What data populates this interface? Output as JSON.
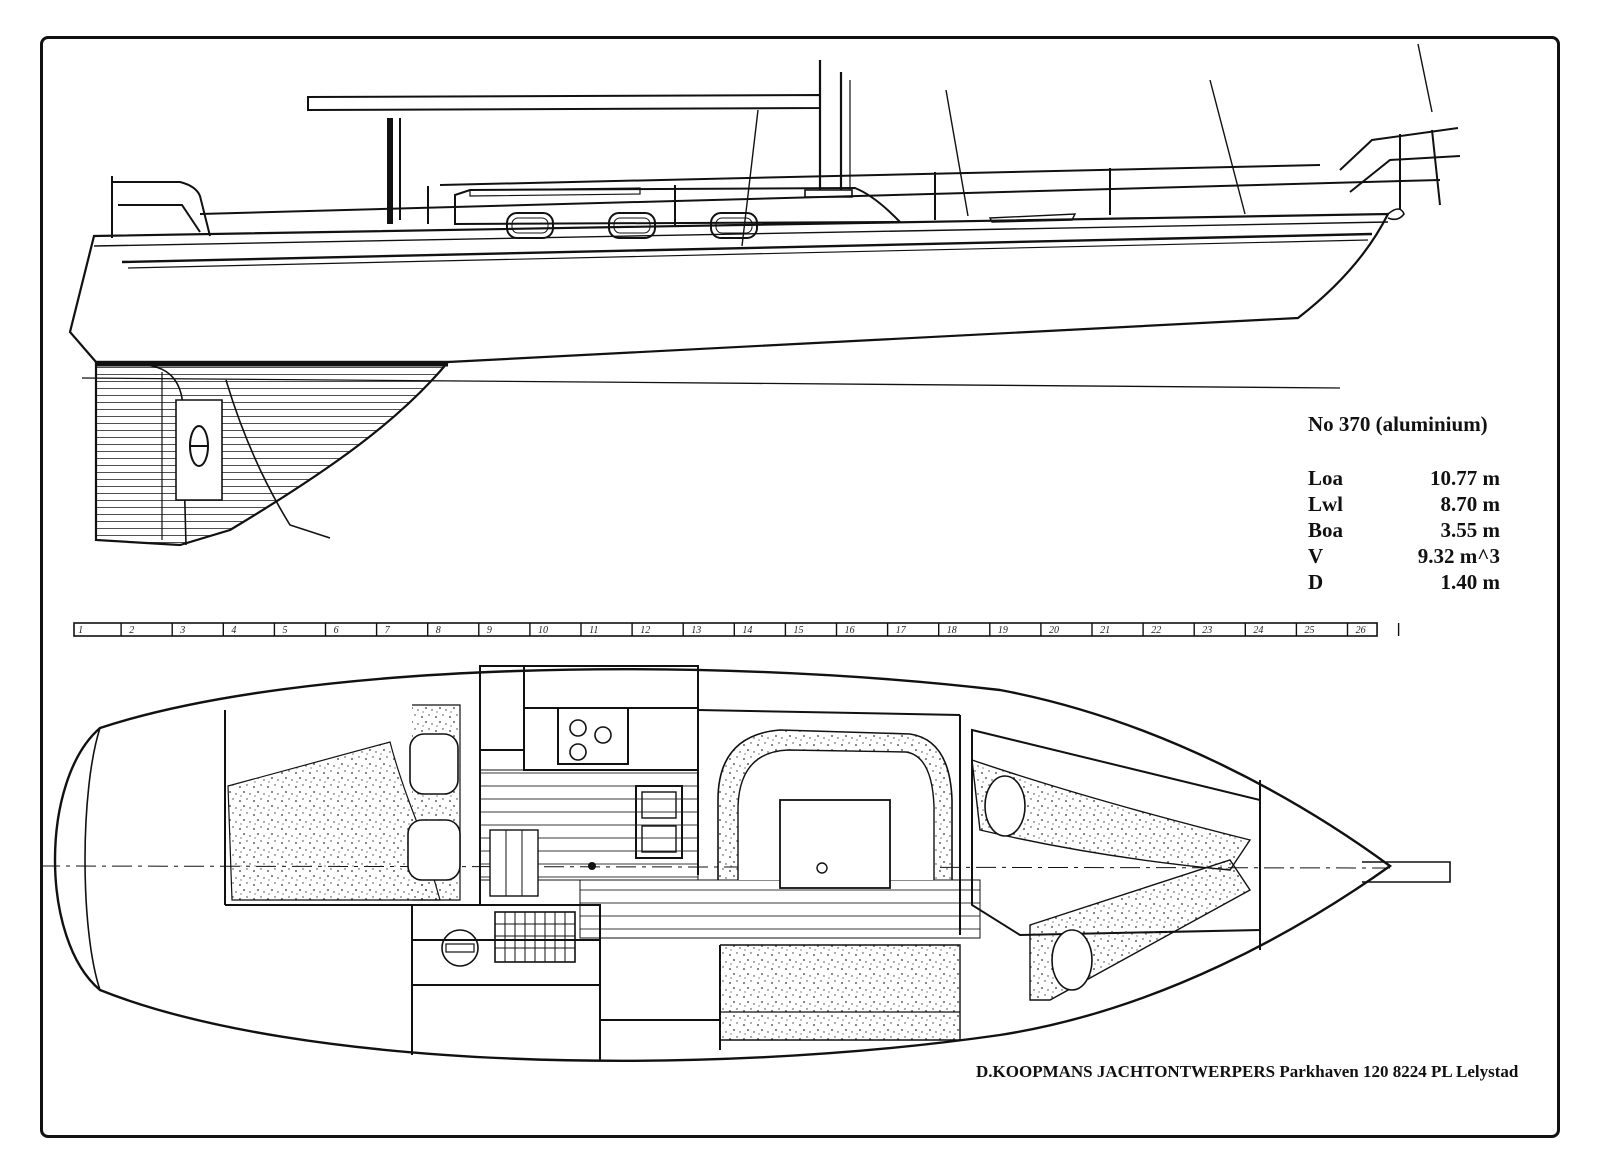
{
  "spec": {
    "title": "No 370 (aluminium)",
    "rows": [
      {
        "key": "Loa",
        "value": "10.77 m"
      },
      {
        "key": "Lwl",
        "value": "8.70 m"
      },
      {
        "key": "Boa",
        "value": "3.55 m"
      },
      {
        "key": "V",
        "value": "9.32 m^3"
      },
      {
        "key": "D",
        "value": "1.40 m"
      }
    ]
  },
  "scale": {
    "labels": [
      "1",
      "2",
      "3",
      "4",
      "5",
      "6",
      "7",
      "8",
      "9",
      "10",
      "11",
      "12",
      "13",
      "14",
      "15",
      "16",
      "17",
      "18",
      "19",
      "20",
      "21",
      "22",
      "23",
      "24",
      "25",
      "26"
    ]
  },
  "credit": "D.KOOPMANS JACHTONTWERPERS Parkhaven 120 8224 PL Lelystad",
  "colors": {
    "ink": "#111111",
    "paper": "#ffffff",
    "stipple": "#333333"
  }
}
